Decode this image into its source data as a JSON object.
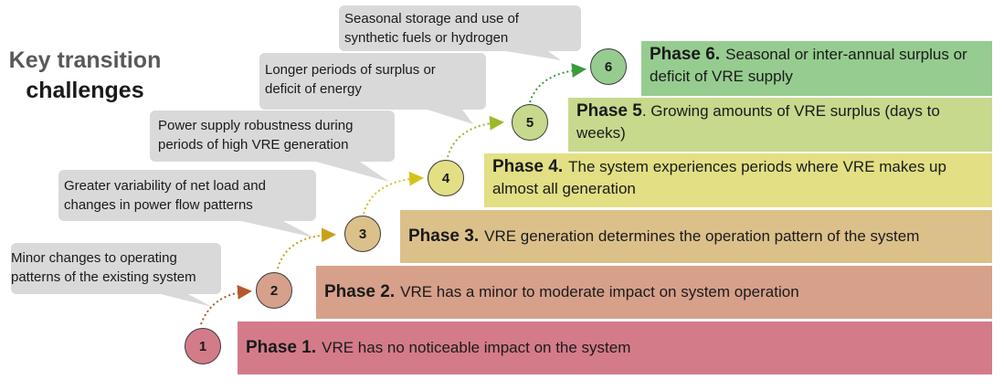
{
  "title": {
    "line1": "Key transition",
    "line2": "challenges"
  },
  "colors": {
    "phase1": "#d47b8a",
    "phase2": "#d6a08a",
    "phase3": "#dcc08a",
    "phase4": "#e2df85",
    "phase5": "#c6d98d",
    "phase6": "#96cc90",
    "callout": "#d9d9d9"
  },
  "phases": [
    {
      "num": "1",
      "label": "Phase 1.",
      "text": "VRE has no noticeable impact on the system"
    },
    {
      "num": "2",
      "label": "Phase 2.",
      "text": "VRE has a minor to moderate impact on system operation"
    },
    {
      "num": "3",
      "label": "Phase 3.",
      "text": "VRE generation determines the operation pattern of the system"
    },
    {
      "num": "4",
      "label": "Phase 4.",
      "text": "The system experiences periods where VRE makes up almost all generation"
    },
    {
      "num": "5",
      "label": "Phase 5",
      "text": ". Growing amounts of VRE surplus (days to weeks)"
    },
    {
      "num": "6",
      "label": "Phase 6.",
      "text": "Seasonal or inter-annual surplus or deficit of VRE supply"
    }
  ],
  "challenges": [
    {
      "line1": "Minor changes to operating",
      "line2": "patterns of the existing system"
    },
    {
      "line1": "Greater variability  of net load and",
      "line2": "changes in power flow patterns"
    },
    {
      "line1": "Power supply robustness during",
      "line2": "periods of high VRE generation"
    },
    {
      "line1": "Longer periods of surplus or",
      "line2": "deficit of energy"
    },
    {
      "line1": "Seasonal storage and use of",
      "line2": "synthetic fuels or hydrogen"
    }
  ]
}
